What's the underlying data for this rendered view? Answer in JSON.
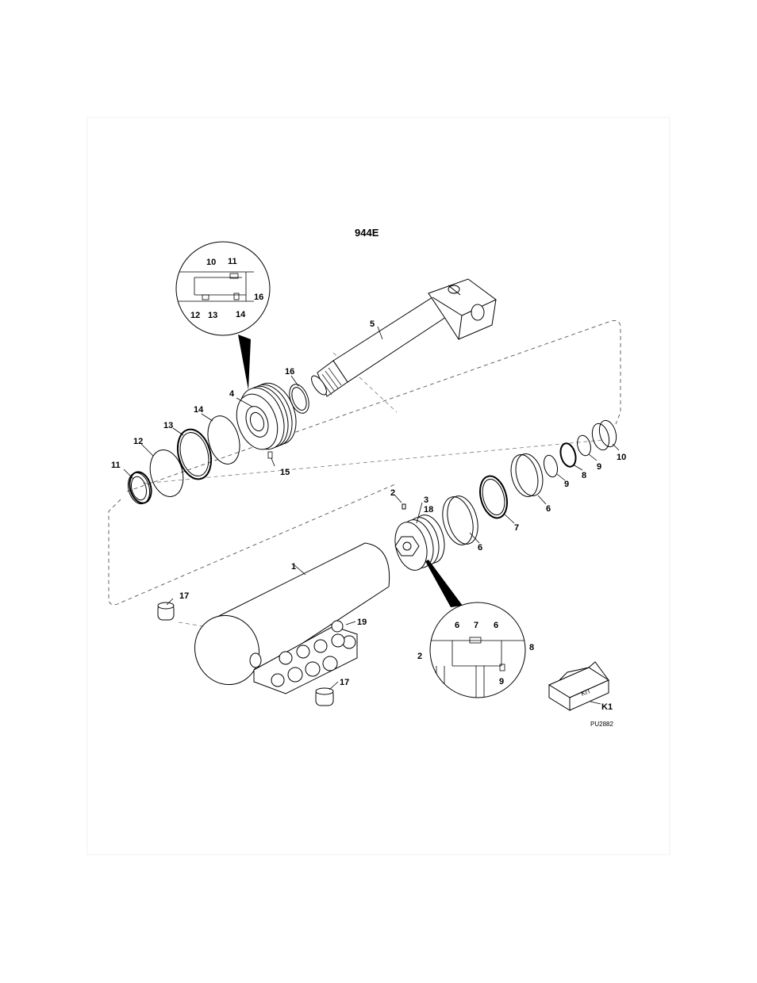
{
  "title": "944E",
  "figure_code": "PU2882",
  "kit": {
    "box_text": "KIT",
    "label": "K1"
  },
  "callouts": {
    "c1": "1",
    "c2": "2",
    "c3": "3",
    "c4": "4",
    "c5": "5",
    "c6a": "6",
    "c6b": "6",
    "c7": "7",
    "c8": "8",
    "c9a": "9",
    "c9b": "9",
    "c10": "10",
    "c11": "11",
    "c12": "12",
    "c13": "13",
    "c14": "14",
    "c15": "15",
    "c16": "16",
    "c17a": "17",
    "c17b": "17",
    "c18": "18",
    "c19": "19"
  },
  "detail_top": {
    "l10": "10",
    "l11": "11",
    "l16": "16",
    "l12": "12",
    "l13": "13",
    "l14": "14"
  },
  "detail_bottom": {
    "l6a": "6",
    "l7": "7",
    "l6b": "6",
    "l2": "2",
    "l8": "8",
    "l9": "9"
  }
}
